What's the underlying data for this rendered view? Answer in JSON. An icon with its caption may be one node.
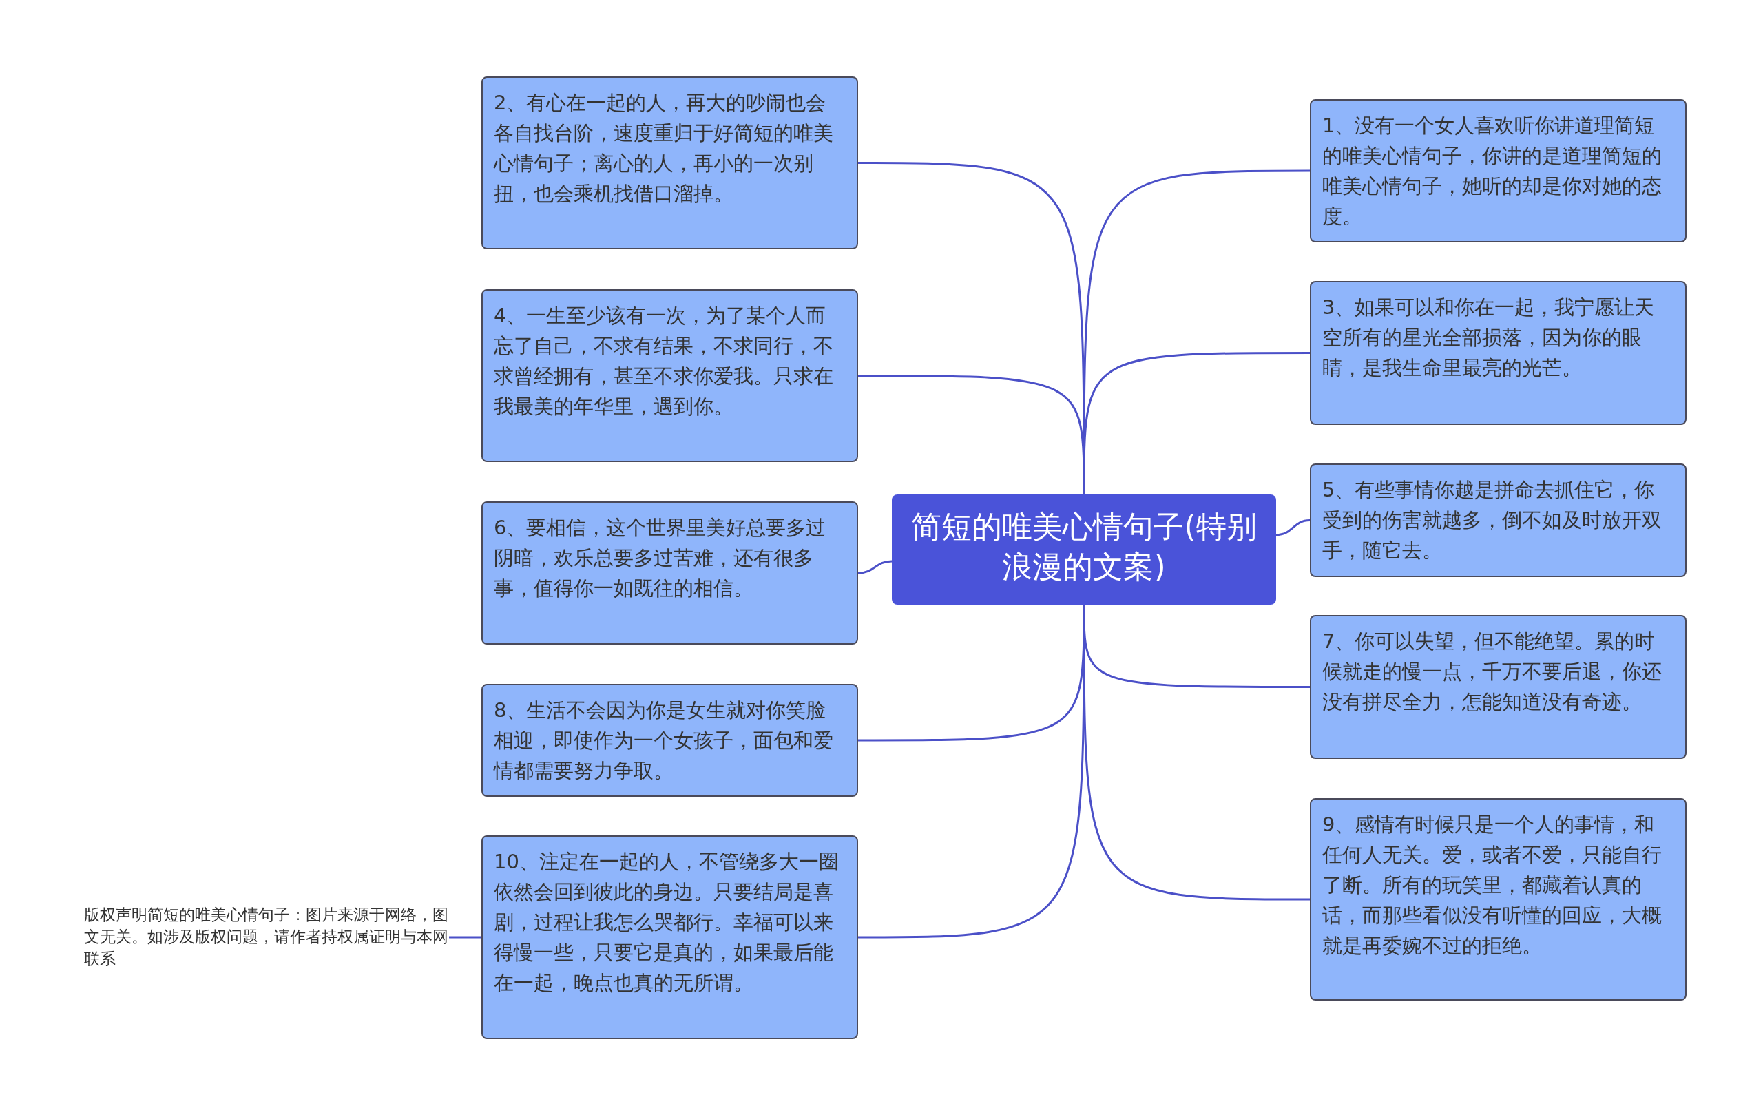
{
  "diagram": {
    "nodes": [
      {
        "text": [
          "简短的唯美心情句子(特别浪漫的文案)"
        ]
      },
      {
        "text": [
          "1、没有一个女人喜欢听你讲道理简短的唯美心情句子，你讲的是道理简短的唯美心情句子，她听的却是你对她的态度。"
        ]
      },
      {
        "text": [
          "2、有心在一起的人，再大的吵闹也会各自找台阶，速度重归于好简短的唯美心情句子；离心的人，再小的一次别扭，也会乘机找借口溜掉。"
        ]
      },
      {
        "text": [
          "3、如果可以和你在一起，我宁愿让天空所有的星光全部损落，因为你的眼睛，是我生命里最亮的光芒。"
        ]
      },
      {
        "text": [
          "4、一生至少该有一次，为了某个人而忘了自己，不求有结果，不求同行，不求曾经拥有，甚至不求你爱我。只求在我最美的年华里，遇到你。"
        ]
      },
      {
        "text": [
          "5、有些事情你越是拼命去抓住它，你受到的伤害就越多，倒不如及时放开双手，随它去。"
        ]
      },
      {
        "text": [
          "6、要相信，这个世界里美好总要多过阴暗，欢乐总要多过苦难，还有很多事，值得你一如既往的相信。"
        ]
      },
      {
        "text": [
          "7、你可以失望，但不能绝望。累的时候就走的慢一点，千万不要后退，你还没有拼尽全力，怎能知道没有奇迹。"
        ]
      },
      {
        "text": [
          "8、生活不会因为你是女生就对你笑脸相迎，即使作为一个女孩子，面包和爱情都需要努力争取。"
        ]
      },
      {
        "text": [
          "9、感情有时候只是一个人的事情，和任何人无关。爱，或者不爱，只能自行了断。所有的玩笑里，都藏着认真的话，而那些看似没有听懂的回应，大概就是再委婉不过的拒绝。"
        ]
      },
      {
        "text": [
          "10、注定在一起的人，不管绕多大一圈依然会回到彼此的身边。只要结局是喜剧，过程让我怎么哭都行。幸福可以来得慢一些，只要它是真的，如果最后能在一起，晚点也真的无所谓。"
        ]
      },
      {
        "text": [
          "版权声明简短的唯美心情句子：图片来源于网络，图文无关。如涉及版权问题，请作者持权属证明与本网联系"
        ]
      }
    ],
    "edges": [
      {
        "from": 0,
        "to": 1,
        "arrow": "none"
      },
      {
        "from": 0,
        "to": 2,
        "arrow": "none"
      },
      {
        "from": 0,
        "to": 3,
        "arrow": "none"
      },
      {
        "from": 0,
        "to": 4,
        "arrow": "none"
      },
      {
        "from": 0,
        "to": 5,
        "arrow": "none"
      },
      {
        "from": 0,
        "to": 6,
        "arrow": "none"
      },
      {
        "from": 0,
        "to": 7,
        "arrow": "none"
      },
      {
        "from": 0,
        "to": 8,
        "arrow": "none"
      },
      {
        "from": 0,
        "to": 9,
        "arrow": "none"
      },
      {
        "from": 0,
        "to": 10,
        "arrow": "none"
      },
      {
        "from": 11,
        "to": 10,
        "arrow": "none"
      }
    ]
  }
}
